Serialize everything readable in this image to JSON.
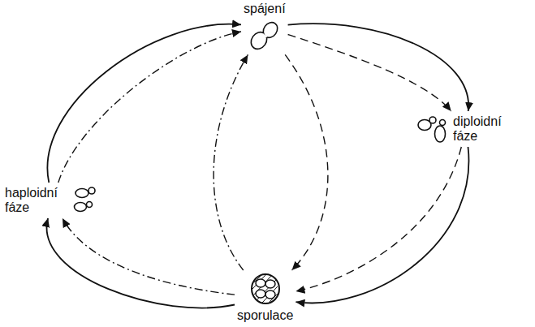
{
  "diagram": {
    "nodes": [
      {
        "text": [
          "spájení"
        ]
      },
      {
        "text": [
          "diploidní fáze"
        ]
      },
      {
        "text": [
          "sporulace"
        ]
      },
      {
        "text": [
          "haploidní fáze"
        ]
      }
    ],
    "edges": [
      {
        "from": 0,
        "to": 1,
        "arrow": "to"
      },
      {
        "from": 1,
        "to": 2,
        "arrow": "to"
      },
      {
        "from": 2,
        "to": 3,
        "arrow": "to"
      },
      {
        "from": 3,
        "to": 0,
        "arrow": "to"
      },
      {
        "from": 3,
        "to": 0,
        "arrow": "to"
      },
      {
        "from": 2,
        "to": 3,
        "arrow": "to"
      },
      {
        "from": 0,
        "to": 1,
        "arrow": "to"
      },
      {
        "from": 1,
        "to": 2,
        "arrow": "to"
      },
      {
        "from": 0,
        "to": 2,
        "arrow": "to"
      },
      {
        "from": 2,
        "to": 0,
        "arrow": "to"
      }
    ]
  }
}
